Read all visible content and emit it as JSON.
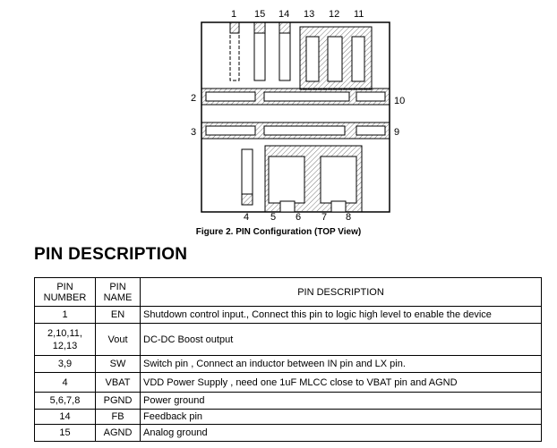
{
  "figure": {
    "pin_labels": {
      "p1": "1",
      "p15": "15",
      "p14": "14",
      "p13": "13",
      "p12": "12",
      "p11": "11",
      "p2": "2",
      "p10": "10",
      "p3": "3",
      "p9": "9",
      "p4": "4",
      "p5": "5",
      "p6": "6",
      "p7": "7",
      "p8": "8"
    },
    "caption": "Figure 2.  PIN Configuration (TOP View)"
  },
  "section_title": "PIN DESCRIPTION",
  "table": {
    "headers": {
      "number": "PIN\nNUMBER",
      "name": "PIN\nNAME",
      "description": "PIN DESCRIPTION"
    },
    "rows": [
      {
        "number": "1",
        "name": "EN",
        "description": "Shutdown control input., Connect this pin to logic high level to enable the device"
      },
      {
        "number": "2,10,11,\n12,13",
        "name": "Vout",
        "description": "DC-DC Boost output"
      },
      {
        "number": "3,9",
        "name": "SW",
        "description": "Switch pin , Connect an inductor between IN pin and LX pin."
      },
      {
        "number": "4",
        "name": "VBAT",
        "description": "VDD Power Supply , need one 1uF MLCC close to VBAT pin and AGND"
      },
      {
        "number": "5,6,7,8",
        "name": "PGND",
        "description": "Power ground"
      },
      {
        "number": "14",
        "name": "FB",
        "description": "Feedback pin"
      },
      {
        "number": "15",
        "name": "AGND",
        "description": "Analog ground"
      }
    ]
  }
}
